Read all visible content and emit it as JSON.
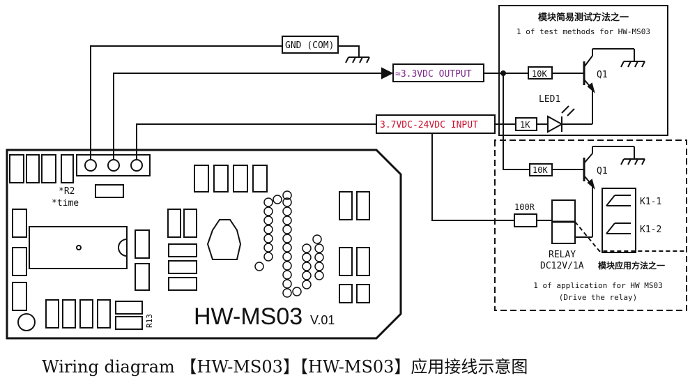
{
  "colors": {
    "ink": "#111111",
    "output_label": "#7b2a8a",
    "input_label": "#c8102e",
    "paper": "#ffffff"
  },
  "diagram": {
    "gnd_label": "GND (COM)",
    "output_label": "≈3.3VDC OUTPUT",
    "input_label": "3.7VDC-24VDC INPUT"
  },
  "test_box": {
    "title_cn": "模块简易测试方法之一",
    "title_en": "1 of test methods for HW-MS03",
    "resistor": "10K",
    "resistor_led": "1K",
    "transistor": "Q1",
    "led": "LED1"
  },
  "app_box": {
    "resistor": "10K",
    "resistor_relay": "100R",
    "transistor": "Q1",
    "contact1": "K1-1",
    "contact2": "K1-2",
    "relay_name": "RELAY",
    "relay_rating": "DC12V/1A",
    "title_cn": "模块应用方法之一",
    "title_en": "1 of application for HW MS03",
    "subtitle": "(Drive the relay)"
  },
  "board": {
    "r2_label": "*R2",
    "time_label": "*time",
    "r13_label": "R13",
    "model": "HW-MS03",
    "version": "V.01"
  },
  "caption": "Wiring diagram 【HW-MS03】【HW-MS03】应用接线示意图"
}
